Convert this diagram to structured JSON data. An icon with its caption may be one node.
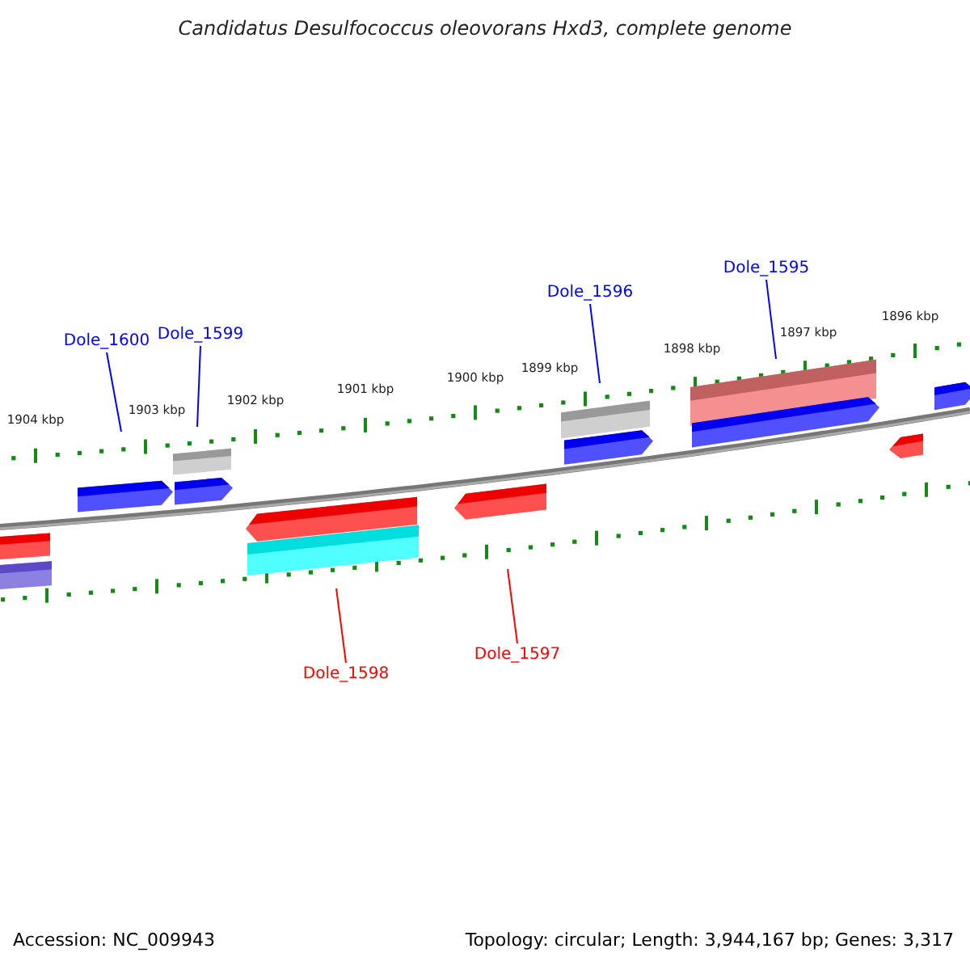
{
  "diagram": {
    "title": "Candidatus Desulfococcus oleovorans Hxd3, complete genome",
    "nodes": [
      {
        "text": [
          "Dole_1600"
        ]
      },
      {
        "text": [
          "Dole_1599"
        ]
      },
      {
        "text": [
          "Dole_1596"
        ]
      },
      {
        "text": [
          "Dole_1595"
        ]
      },
      {
        "text": [
          "Dole_1598"
        ]
      },
      {
        "text": [
          "Dole_1597"
        ]
      }
    ],
    "edges": [
      {
        "from": 0,
        "to": null,
        "arrow": "none"
      },
      {
        "from": 1,
        "to": null,
        "arrow": "none"
      },
      {
        "from": 2,
        "to": null,
        "arrow": "none"
      },
      {
        "from": 3,
        "to": null,
        "arrow": "none"
      },
      {
        "from": 4,
        "to": null,
        "arrow": "none",
        "color": "#ff0000"
      },
      {
        "from": 5,
        "to": null,
        "arrow": "none",
        "color": "#ff0000"
      }
    ],
    "labels": [
      "1904 kbp",
      "1903 kbp",
      "1902 kbp",
      "1901 kbp",
      "1900 kbp",
      "1899 kbp",
      "1898 kbp",
      "1897 kbp",
      "1896 kbp",
      "Accession: NC_009943",
      "Topology: circular; Length: 3,944,167 bp; Genes: 3,317"
    ]
  }
}
